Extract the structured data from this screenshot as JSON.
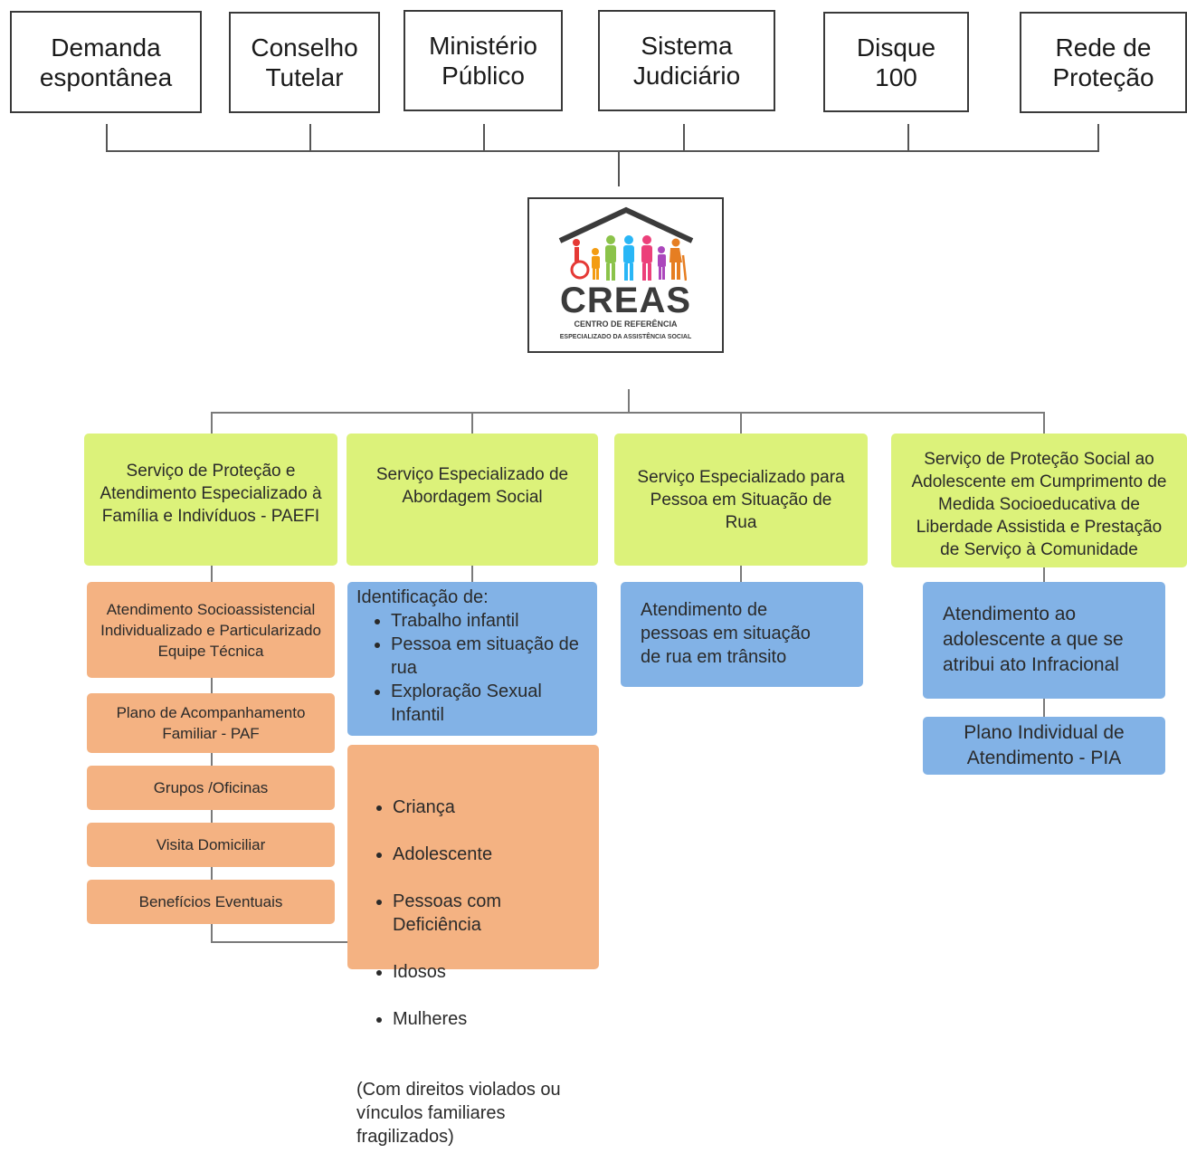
{
  "sources": [
    {
      "label": "Demanda\nespontânea"
    },
    {
      "label": "Conselho\nTutelar"
    },
    {
      "label": "Ministério\nPúblico"
    },
    {
      "label": "Sistema\nJudiciário"
    },
    {
      "label": "Disque\n100"
    },
    {
      "label": "Rede de\nProteção"
    }
  ],
  "logo": {
    "title": "CREAS",
    "subtitle1": "CENTRO DE REFERÊNCIA",
    "subtitle2": "ESPECIALIZADO DA ASSISTÊNCIA SOCIAL",
    "colors": [
      "#e53935",
      "#f39c12",
      "#8bc34a",
      "#29b6f6",
      "#ab47bc",
      "#ec407a"
    ]
  },
  "services": [
    {
      "title": "Serviço de Proteção e\nAtendimento Especializado à\nFamília e Indivíduos - PAEFI"
    },
    {
      "title": "Serviço Especializado de\nAbordagem Social"
    },
    {
      "title": "Serviço Especializado para\nPessoa em Situação de\nRua"
    },
    {
      "title": "Serviço de Proteção Social ao\nAdolescente em Cumprimento de\nMedida Socioeducativa de\nLiberdade Assistida e Prestação\nde Serviço à Comunidade"
    }
  ],
  "paefi_items": [
    "Atendimento Socioassistencial\nIndividualizado e Particularizado\nEquipe Técnica",
    "Plano de Acompanhamento\nFamiliar - PAF",
    "Grupos /Oficinas",
    "Visita Domiciliar",
    "Benefícios Eventuais"
  ],
  "abordagem": {
    "intro": "Identificação de:",
    "items": [
      "Trabalho infantil",
      "Pessoa em situação de rua",
      "Exploração Sexual Infantil"
    ],
    "public": [
      "Criança",
      "Adolescente",
      "Pessoas com Deficiência",
      "Idosos",
      "Mulheres"
    ],
    "note": "(Com direitos violados ou vínculos familiares fragilizados)"
  },
  "rua_item": "Atendimento de pessoas em situação de rua em trânsito",
  "adolescente_items": [
    "Atendimento ao adolescente a que se atribui ato Infracional",
    "Plano Individual de\nAtendimento - PIA"
  ]
}
